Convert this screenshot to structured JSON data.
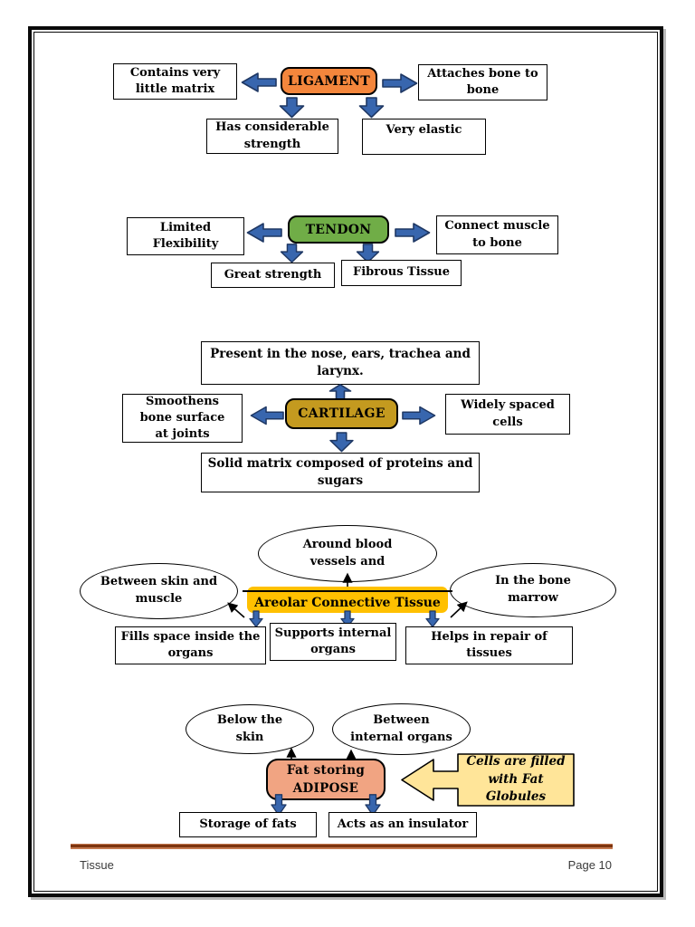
{
  "page": {
    "footer": {
      "left": "Tissue",
      "right": "Page 10"
    }
  },
  "colors": {
    "ligament": "#F4863C",
    "tendon": "#70AD47",
    "cartilage": "#C49A1F",
    "areolar": "#FFC000",
    "adipose": "#F1A482",
    "callout": "#FFE599",
    "arrow_blue": "#3866AE",
    "arrow_border": "#1F3864",
    "footer_line_dark": "#7E350F",
    "footer_line_light": "#C47950"
  },
  "diagrams": {
    "ligament": {
      "center": "LIGAMENT",
      "left": "Contains very little matrix",
      "right": "Attaches bone to bone",
      "bottom_left": "Has considerable strength",
      "bottom_right": "Very elastic"
    },
    "tendon": {
      "center": "TENDON",
      "left": "Limited Flexibility",
      "right": "Connect muscle to bone",
      "bottom_left": "Great strength",
      "bottom_right": "Fibrous Tissue"
    },
    "cartilage": {
      "center": "CARTILAGE",
      "top": "Present in the nose, ears, trachea and larynx.",
      "left": "Smoothens bone surface at joints",
      "right": "Widely spaced cells",
      "bottom": "Solid matrix composed of proteins and sugars"
    },
    "areolar": {
      "center": "Areolar Connective Tissue",
      "top_ellipse": "Around blood vessels and",
      "left_ellipse": "Between skin and muscle",
      "right_ellipse": "In the bone marrow",
      "bottom_boxes": [
        "Fills space inside the organs",
        "Supports internal organs",
        "Helps in repair of tissues"
      ]
    },
    "adipose": {
      "center_line1": "Fat storing",
      "center_line2": "ADIPOSE",
      "left_ellipse": "Below the skin",
      "right_ellipse": "Between internal organs",
      "callout": "Cells are filled with Fat Globules",
      "bottom_boxes": [
        "Storage of fats",
        "Acts as an insulator"
      ]
    }
  }
}
